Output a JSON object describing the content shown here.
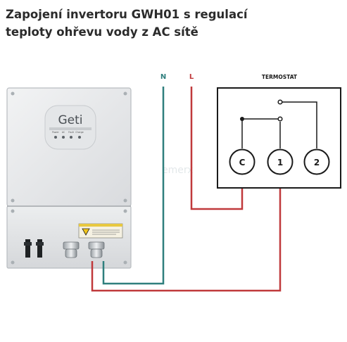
{
  "title": {
    "line1": "Zapojení invertoru GWH01 s regulací",
    "line2": "teploty ohřevu vody z AC sítě"
  },
  "wires": {
    "neutral_label": "N",
    "live_label": "L",
    "neutral_color": "#2f7f7d",
    "live_color": "#c0393b"
  },
  "thermostat": {
    "label": "TERMOSTAT",
    "terminals": [
      "C",
      "1",
      "2"
    ]
  },
  "inverter": {
    "brand": "Geti",
    "indicators": [
      "Power",
      "AC",
      "Fault",
      "Charge"
    ]
  },
  "watermark": "emerx"
}
